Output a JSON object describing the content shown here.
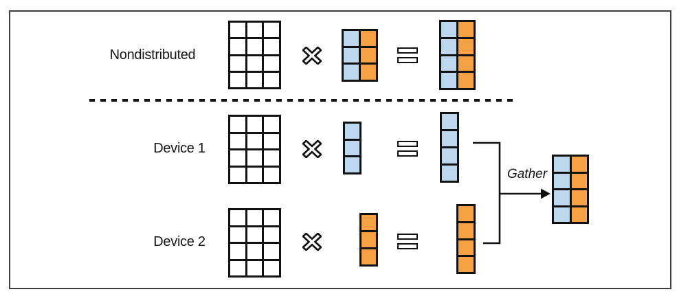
{
  "figure": {
    "type": "diagram",
    "topic": "column-parallel distributed matrix multiplication with gather",
    "colors": {
      "white": "#ffffff",
      "blue": "#bdd7ee",
      "orange": "#f6a143",
      "line": "#111111",
      "frame": "#3d3d3d"
    },
    "rows": [
      {
        "label": "Nondistributed",
        "input_grid": {
          "cols": 3,
          "rows": 4,
          "col_colors": [
            "white",
            "white",
            "white"
          ]
        },
        "weight_grid": {
          "cols": 2,
          "rows": 3,
          "col_colors": [
            "blue",
            "orange"
          ]
        },
        "output_grid": {
          "cols": 2,
          "rows": 4,
          "col_colors": [
            "blue",
            "orange"
          ]
        }
      },
      {
        "label": "Device 1",
        "input_grid": {
          "cols": 3,
          "rows": 4,
          "col_colors": [
            "white",
            "white",
            "white"
          ]
        },
        "weight_grid": {
          "cols": 1,
          "rows": 3,
          "col_colors": [
            "blue"
          ]
        },
        "output_grid": {
          "cols": 1,
          "rows": 4,
          "col_colors": [
            "blue"
          ]
        }
      },
      {
        "label": "Device 2",
        "input_grid": {
          "cols": 3,
          "rows": 4,
          "col_colors": [
            "white",
            "white",
            "white"
          ]
        },
        "weight_grid": {
          "cols": 1,
          "rows": 3,
          "col_colors": [
            "orange"
          ]
        },
        "output_grid": {
          "cols": 1,
          "rows": 4,
          "col_colors": [
            "orange"
          ]
        }
      }
    ],
    "gather": {
      "label": "Gather",
      "result_grid": {
        "cols": 2,
        "rows": 4,
        "col_colors": [
          "blue",
          "orange"
        ]
      }
    },
    "icons": {
      "multiply": "multiply-cross-icon",
      "equals": "equals-icon",
      "arrow": "arrow-right-icon",
      "separator": "dotted-line"
    }
  }
}
